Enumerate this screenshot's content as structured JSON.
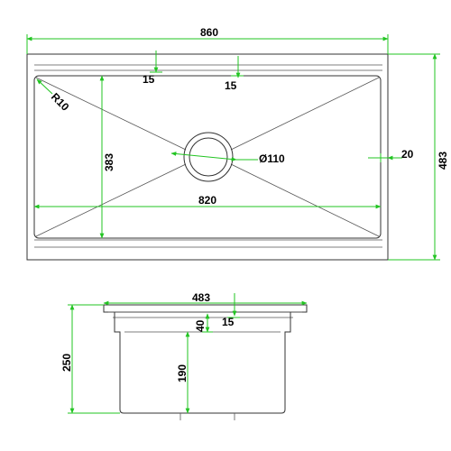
{
  "colors": {
    "dimension_line": "#22c422",
    "outline": "#333333",
    "background": "#ffffff"
  },
  "top_view": {
    "overall_width": "860",
    "overall_depth": "483",
    "ledge_left": "15",
    "ledge_right": "15",
    "corner_radius": "R10",
    "bowl_depth": "383",
    "bowl_width": "820",
    "drain_diameter": "Ø110",
    "edge_margin": "20"
  },
  "side_view": {
    "width": "483",
    "flange_15": "15",
    "flange_40": "40",
    "height_total": "250",
    "bowl_height": "190"
  }
}
